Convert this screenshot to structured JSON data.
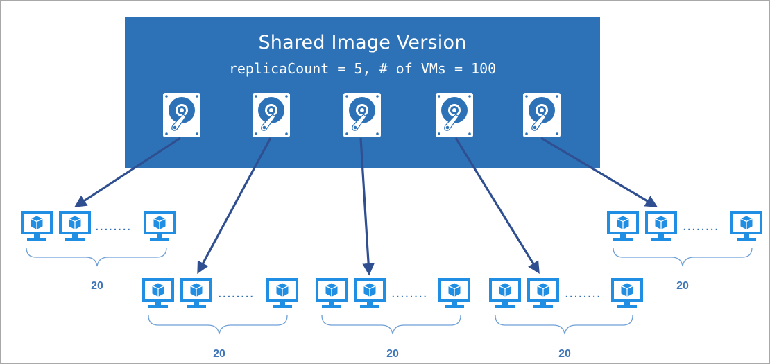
{
  "banner": {
    "title": "Shared Image Version",
    "subtitle": "replicaCount = 5, # of VMs = 100"
  },
  "replicas": [
    {
      "icon": "hard-disk-icon"
    },
    {
      "icon": "hard-disk-icon"
    },
    {
      "icon": "hard-disk-icon"
    },
    {
      "icon": "hard-disk-icon"
    },
    {
      "icon": "hard-disk-icon"
    }
  ],
  "vm_groups": [
    {
      "count_label": "20",
      "ellipsis": "........"
    },
    {
      "count_label": "20",
      "ellipsis": "........"
    },
    {
      "count_label": "20",
      "ellipsis": "........"
    },
    {
      "count_label": "20",
      "ellipsis": "........"
    },
    {
      "count_label": "20",
      "ellipsis": "........"
    }
  ],
  "colors": {
    "banner": "#2d72b7",
    "arrow": "#2f4f91",
    "vm_icon": "#1f8ee3",
    "brace": "#6d9fd6",
    "count_text": "#3e76b9"
  }
}
